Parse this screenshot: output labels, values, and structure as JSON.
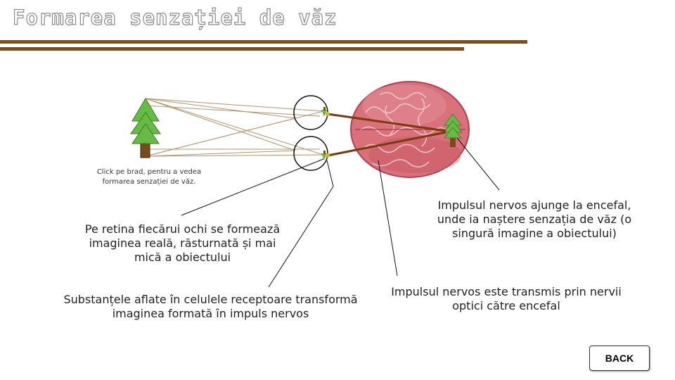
{
  "title": "Formarea senzației de văz",
  "hint": "Click pe brad, pentru a vedea formarea senzației de văz.",
  "labels": {
    "retina": "Pe retina fiecărui ochi se formează imaginea reală, răsturnată și mai mică a obiectului",
    "receptor": "Substanțele aflate în celulele receptoare transformă imaginea formată în impuls nervos",
    "encefal": "Impulsul nervos ajunge la encefal, unde ia naștere senzația de văz (o singură imagine a obiectului)",
    "nervi": "Impulsul nervos este transmis prin nervii optici către encefal"
  },
  "back_label": "BACK",
  "colors": {
    "accent_bar": "#8b4a14",
    "tree_green": "#66bb44",
    "trunk": "#7a4a1a",
    "brain": "#d9707a",
    "nerve": "#7a3a10",
    "ray": "#b5946a"
  },
  "icons": [
    "tree-icon",
    "eye-icon",
    "brain-icon"
  ]
}
